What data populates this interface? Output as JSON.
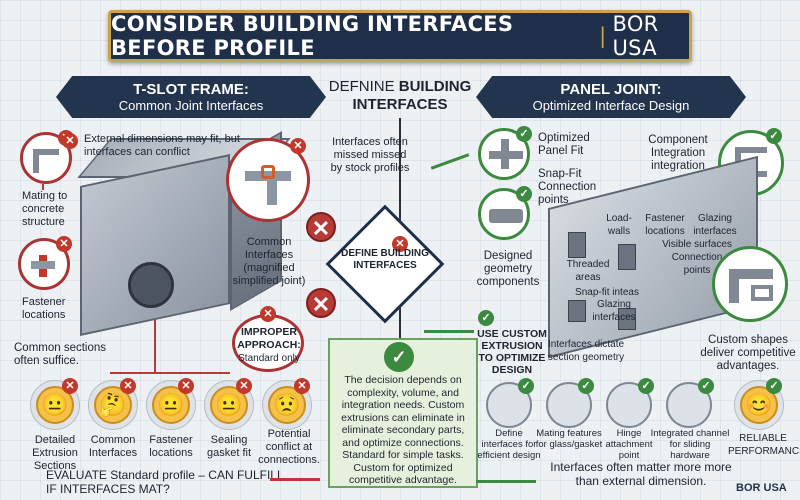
{
  "title": {
    "main": "CONSIDER BUILDING INTERFACES BEFORE PROFILE",
    "separator": "|",
    "brand": "BOR USA"
  },
  "left_banner": {
    "heading": "T-SLOT FRAME:",
    "sub": "Common Joint Interfaces"
  },
  "right_banner": {
    "heading": "PANEL JOINT:",
    "sub": "Optimized Interface Design"
  },
  "center_title": {
    "line1": "DEFNINE",
    "bold1": "BUILDING",
    "line2": "INTERFACES"
  },
  "left": {
    "external_dims": "External dimensions may fit, but interfaces can conflict",
    "mating": "Mating to concrete structure",
    "fastener_locations": "Fastener locations",
    "common_interfaces": "Common Interfaces (magnified simplified joint)",
    "improper_heading": "IMPROPER APPROACH:",
    "improper_sub": "Standard only",
    "common_sections": "Common sections often suffice."
  },
  "center": {
    "missed": "Interfaces often missed missed by stock profiles",
    "diamond": "DEFINE BUILDING INTERFACES",
    "use_custom": "USE CUSTOM EXTRUSION TO OPTIMIZE DESIGN",
    "note": "The decision depends on complexity, volume, and integration needs. Custom extrusions can eliminate in eliminate secondary parts, and optimize connections. Standard for simple tasks. Custom for optimized competitive advantage."
  },
  "right": {
    "optimized_panel": "Optimized Panel Fit",
    "snap_fit": "Snap-Fit Connection points",
    "designed_geometry": "Designed geometry components",
    "component_integration": "Component Integration integration",
    "load_walls": "Load-walls",
    "fastener_loc": "Fastener locations",
    "glazing_int": "Glazing interfaces",
    "visible_surfaces": "Visible surfaces Connection points",
    "threaded_areas": "Threaded areas",
    "snap_fit_inteas": "Snap-fit inteas",
    "glazing_interfaces": "Glazing interfaces",
    "interfaces_dictate": "Interfaces dictate section geometry",
    "custom_shapes": "Custom shapes deliver competitive advantages."
  },
  "bottom_left_items": [
    "Detailed Extrusion Sections",
    "Common Interfaces",
    "Fastener locations",
    "Sealing gasket fit",
    "Potential conflict at connections."
  ],
  "bottom_right_items": [
    "Define interfaces for efficient design",
    "Mating features for glass/gasket",
    "Hinge attachment point",
    "Integrated channel for sliding hardware",
    "RELIABLE PERFORMANCE"
  ],
  "footer": {
    "evaluate": "EVALUATE Standard profile – CAN FULFILL IF INTERFACES MAT?",
    "interfaces_matter": "Interfaces often matter more more than external dimension.",
    "brand": "BOR USA"
  },
  "colors": {
    "navy": "#1f2f4a",
    "gold": "#c9a44a",
    "red": "#b73a36",
    "green": "#3b8a3f"
  }
}
